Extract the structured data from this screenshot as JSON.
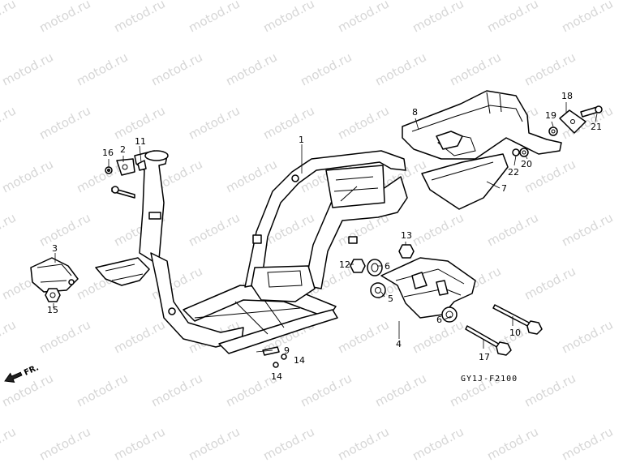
{
  "watermark": "motod.ru",
  "diagram_code": "GY1J-F2100",
  "direction_label": "FR.",
  "callouts": [
    {
      "id": "c1",
      "label": "1"
    },
    {
      "id": "c2",
      "label": "2"
    },
    {
      "id": "c3",
      "label": "3"
    },
    {
      "id": "c4",
      "label": "4"
    },
    {
      "id": "c5",
      "label": "5"
    },
    {
      "id": "c6a",
      "label": "6"
    },
    {
      "id": "c6b",
      "label": "6"
    },
    {
      "id": "c7",
      "label": "7"
    },
    {
      "id": "c8",
      "label": "8"
    },
    {
      "id": "c9",
      "label": "9"
    },
    {
      "id": "c10",
      "label": "10"
    },
    {
      "id": "c11",
      "label": "11"
    },
    {
      "id": "c12",
      "label": "12"
    },
    {
      "id": "c13",
      "label": "13"
    },
    {
      "id": "c14a",
      "label": "14"
    },
    {
      "id": "c14b",
      "label": "14"
    },
    {
      "id": "c15",
      "label": "15"
    },
    {
      "id": "c16",
      "label": "16"
    },
    {
      "id": "c17",
      "label": "17"
    },
    {
      "id": "c18",
      "label": "18"
    },
    {
      "id": "c19",
      "label": "19"
    },
    {
      "id": "c20",
      "label": "20"
    },
    {
      "id": "c21",
      "label": "21"
    },
    {
      "id": "c22",
      "label": "22"
    }
  ]
}
